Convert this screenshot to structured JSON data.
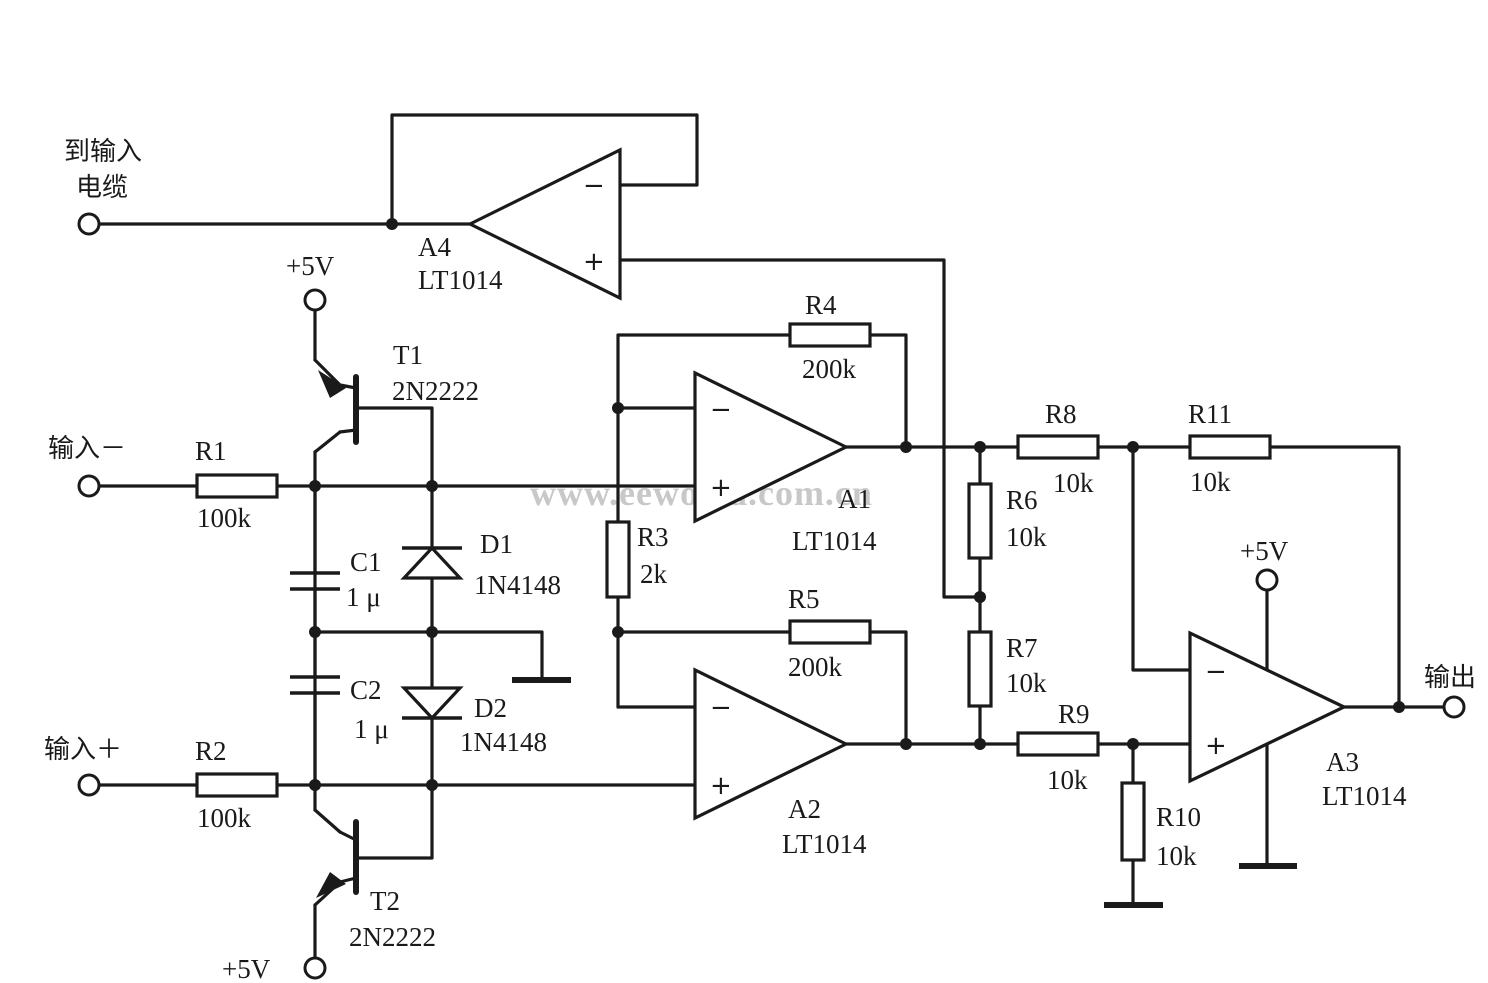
{
  "terminals": {
    "to_cable": "到输入电缆",
    "to_cable_line1": "到输入",
    "to_cable_line2": "电缆",
    "input_neg": "输入－",
    "input_pos": "输入＋",
    "output": "输出"
  },
  "supplies": {
    "t1": "+5V",
    "t2": "+5V",
    "a3": "+5V"
  },
  "opamps": [
    {
      "ref": "A1",
      "part": "LT1014"
    },
    {
      "ref": "A2",
      "part": "LT1014"
    },
    {
      "ref": "A3",
      "part": "LT1014"
    },
    {
      "ref": "A4",
      "part": "LT1014"
    }
  ],
  "transistors": [
    {
      "ref": "T1",
      "part": "2N2222"
    },
    {
      "ref": "T2",
      "part": "2N2222"
    }
  ],
  "diodes": [
    {
      "ref": "D1",
      "part": "1N4148"
    },
    {
      "ref": "D2",
      "part": "1N4148"
    }
  ],
  "capacitors": [
    {
      "ref": "C1",
      "value": "1 μ"
    },
    {
      "ref": "C2",
      "value": "1 μ"
    }
  ],
  "resistors": [
    {
      "ref": "R1",
      "value": "100k"
    },
    {
      "ref": "R2",
      "value": "100k"
    },
    {
      "ref": "R3",
      "value": "2k"
    },
    {
      "ref": "R4",
      "value": "200k"
    },
    {
      "ref": "R5",
      "value": "200k"
    },
    {
      "ref": "R6",
      "value": "10k"
    },
    {
      "ref": "R7",
      "value": "10k"
    },
    {
      "ref": "R8",
      "value": "10k"
    },
    {
      "ref": "R9",
      "value": "10k"
    },
    {
      "ref": "R10",
      "value": "10k"
    },
    {
      "ref": "R11",
      "value": "10k"
    }
  ],
  "pin_signs": {
    "minus": "−",
    "plus": "+"
  },
  "watermark": "www.eeworld.com.cn"
}
